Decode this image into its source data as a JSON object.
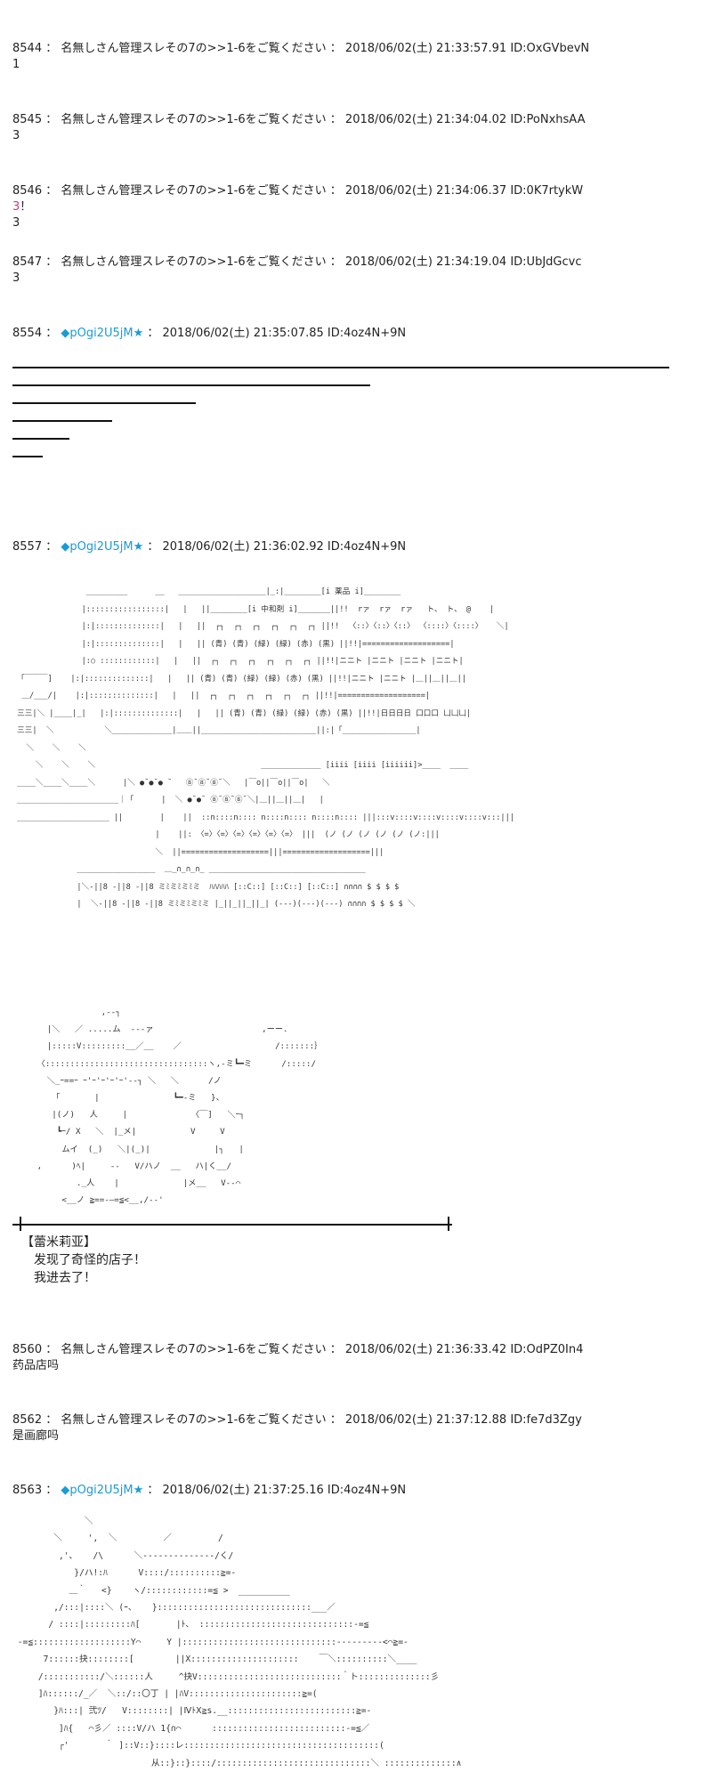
{
  "posts": [
    {
      "num": "8544",
      "name": "名無しさん管理スレその7の>>1-6をご覧ください",
      "date": "2018/06/02(土) 21:33:57.91",
      "id": "ID:OxGVbevN",
      "body": "1"
    },
    {
      "num": "8545",
      "name": "名無しさん管理スレその7の>>1-6をご覧ください",
      "date": "2018/06/02(土) 21:34:04.02",
      "id": "ID:PoNxhsAA",
      "body": "3"
    },
    {
      "num": "8546",
      "name": "名無しさん管理スレその7の>>1-6をご覧ください",
      "date": "2018/06/02(土) 21:34:06.37",
      "id": "ID:0K7rtykW",
      "body_red": "3",
      "body_after": "！",
      "body2": "3"
    },
    {
      "num": "8547",
      "name": "名無しさん管理スレその7の>>1-6をご覧ください",
      "date": "2018/06/02(土) 21:34:19.04",
      "id": "ID:UbJdGcvc",
      "body": "3"
    },
    {
      "num": "8554",
      "trip": "◆pOgi2U5jM",
      "star": "★",
      "date": "2018/06/02(土) 21:35:07.85",
      "id": "ID:4oz4N+9N"
    },
    {
      "num": "8557",
      "trip": "◆pOgi2U5jM",
      "star": "★",
      "date": "2018/06/02(土) 21:36:02.92",
      "id": "ID:4oz4N+9N"
    },
    {
      "num": "8560",
      "name": "名無しさん管理スレその7の>>1-6をご覧ください",
      "date": "2018/06/02(土) 21:36:33.42",
      "id": "ID:OdPZ0In4",
      "body": "药品店吗"
    },
    {
      "num": "8562",
      "name": "名無しさん管理スレその7の>>1-6をご覧ください",
      "date": "2018/06/02(土) 21:37:12.88",
      "id": "ID:fe7d3Zgy",
      "body": "是画廊吗"
    },
    {
      "num": "8563",
      "trip": "◆pOgi2U5jM",
      "star": "★",
      "date": "2018/06/02(土) 21:37:25.16",
      "id": "ID:4oz4N+9N"
    }
  ],
  "speech": {
    "speaker": "【蕾米莉亚】",
    "line1": "发现了奇怪的店子！",
    "line2": "我进去了！"
  },
  "aa": {
    "shop": "                _________      __   ___________________|_:|________[i 薬品 i]________\n               |:::::::::::::::::|   |   ||________[i 中和剤 i]_______||!!  rァ  rァ  rァ   ト、 ト、 @    |\n               |:|::::::::::::::|   |   ||  ┌┐  ┌┐  ┌┐  ┌┐  ┌┐  ┌┐ ||!!  〈::〉〈::〉〈::〉 〈::::〉〈::::〉   ＼|\n               |:|::::::::::::::|   |   || (青) (青) (緑) (緑) (赤) (黒) ||!!|===================|\n               |:○ ::::::::::::|   |   ||  ┌┐  ┌┐  ┌┐  ┌┐  ┌┐  ┌┐ ||!!|ニニト |ニニト |ニニト |ニニト|\n 「￣￣￣]    |:|::::::::::::::|   |   || (青) (青) (緑) (緑) (赤) (黒) ||!!|ニニト |ニニト |＿||＿||＿||\n  ＿/___/|    |:|::::::::::::::|   |   ||  ┌┐  ┌┐  ┌┐  ┌┐  ┌┐  ┌┐ ||!!|===================|\n 三三|＼ |____|_|   |:|::::::::::::::|   |   || (青) (青) (緑) (緑) (赤) (黒) ||!!|日日日日 口口口 凵凵凵|\n 三三|  ＼           ＼_____________|＿＿||_________________________||:|「________________|\n   ＼    ＼    ＼                                               \n     ＼    ＼    ＼                                    _____________ [iiii [iiii [iiiiii]>____  ____\n ____＼____＼____＼      |＼ ●˘●˘● ˘   ⑧˘⑧˘⑧˘＼   |￣o||￣o||￣o|   ＼\n ______________________｜「      |  ＼ ●˘●˘ ⑧˘⑧˘⑧˘＼|＿||＿||＿|   |\n ____________________ ||        |    ||  ::n::::n:::: n::::n:::: n::::n:::: |||:::v::::v::::v::::v::::v:::|||\n                               |    ||: 〈=〉〈=〉〈=〉〈=〉〈=〉〈=〉 |||  (ノ (ノ (ノ (ノ (ノ (ノ:|||\n                               ＼  ||===================|||===================|||\n              _________________  ＿_∩_∩_∩_ __________________________________\n              |＼-||8 -||8 -||8 ミﾐミﾐミﾐミ  ﾊﾊﾊﾊﾊ [::C::] [::C::] [::C::] ∩∩∩∩ $ $ $ $\n              |  ＼-||8 -||8 -||8 ミﾐミﾐミﾐミ |_||_||_||_| (---)(---)(---) ∩∩∩∩ $ $ $ $ ＼",
    "remilia": "                  ,--┐\n       |＼   ／ .....ム  ---ァ                      ,ーー.\n       |:::::V:::::::::__／__    ／                   /:::::::｝\n     〈:::::::::::::::::::::::::::::::::ヽ,-ミ┗━ミ      /:::::/\n       ＼_ｰ==ｰ ｰ'ｰ'ｰ'ｰ'ｰ'--┐ ＼   ＼      /ノ\n        「       |               ┗━-ミ   }、\n        |(ノ)   人     |             〈￣]   ＼ｰ┐\n         ┗ｰ/ X   ＼  |_メ|           V     V\n          ムイ  (_)   ＼|(_)|             |┐   |\n     ,      )ﾍ|     --   V/ハノ  __   ハ|く__/\n             ._人    |             |メ__   V--⌒\n          <__ノ ≧==-―=≦<__,/--'",
    "bottom": "              ＼\n        ＼     ',  ＼         ／         /\n         ,'、   /\\      ＼--------------/く/\n            }/ハ!:ﾊ      V::::/::::::::::≧=-\n           ＿｀   <}    ヽ/::::::::::::=≦ >  __________\n        ,/:::|::::＼ (ｰ、   }::::::::::::::::::::::::::::::___／\n       / ::::|:::::::::ﾊ[       |ﾄ、 ::::::::::::::::::::::::::::::-=≦\n -=≦:::::::::::::::::::Y⌒     Y |::::::::::::::::::::::::::::::---------<⌒≧=-\n      7::::::抉::::::::[        ||X:::::::::::::::::::::    ￣＼::::::::::＼____\n     /:::::::::::/＼::::::人     ^抉V::::::::::::::::::::::::::::｀ト::::::::::::::彡\n     ]ﾊ::::::/_／  ＼::/::〇丁 | |ﾊV::::::::::::::::::::::≧=(\n        }ﾊ:::| 弐ﾂ/   V::::::::| |ⅣﾄⅩ≧s.__:::::::::::::::::::::::::≧=-\n         ]ﾊ{   ⌒彡／ ::::V/ハ 1{∩⌒      ::::::::::::::::::::::::::-=≦／\n         ┌'       ｀ ]::V::}::::レ::::::::::::::::::::::::::::::::::::::(\n                           从::}::}::::/::::::::::::::::::::::::::::::＼ ::::::::::::::∧"
  }
}
